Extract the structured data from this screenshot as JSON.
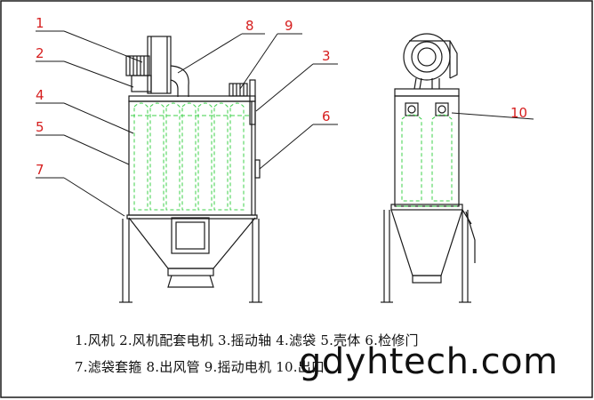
{
  "callouts": {
    "c1": "1",
    "c2": "2",
    "c3": "3",
    "c4": "4",
    "c5": "5",
    "c6": "6",
    "c7": "7",
    "c8": "8",
    "c9": "9",
    "c10": "10"
  },
  "caption": {
    "line1": "1.风机 2.风机配套电机 3.摇动轴 4.滤袋 5.壳体 6.检修门",
    "line2": "7.滤袋套箍 8.出风管 9.摇动电机 10.出口"
  },
  "watermark": "gdyhtech.com",
  "colors": {
    "line": "#1a1a1a",
    "callout": "#d61e1e",
    "bag": "#3cd04a",
    "accent": "#2a5fd0"
  }
}
